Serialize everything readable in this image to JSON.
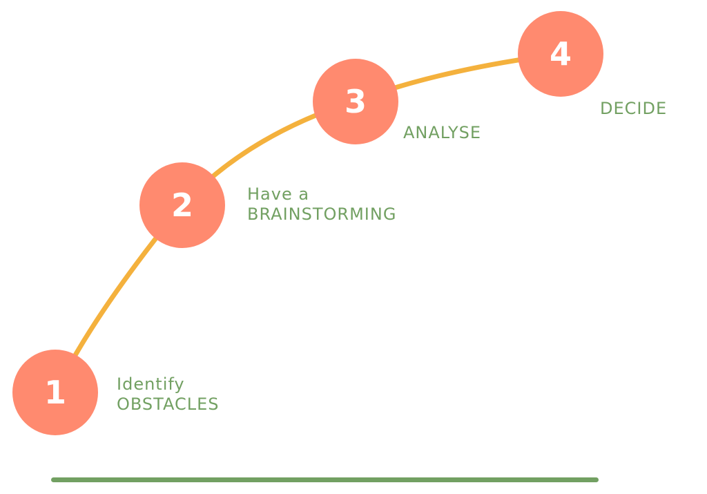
{
  "colors": {
    "curve": "#F4B13D",
    "circle": "#FF8A6F",
    "circle_text": "#FFFFFF",
    "label_text": "#72A062",
    "baseline": "#72A062",
    "background": "#FFFFFF"
  },
  "steps": [
    {
      "number": "1",
      "line1": "Identify",
      "line2": "OBSTACLES"
    },
    {
      "number": "2",
      "line1": "Have a",
      "line2": "BRAINSTORMING"
    },
    {
      "number": "3",
      "line1": "",
      "line2": "ANALYSE"
    },
    {
      "number": "4",
      "line1": "",
      "line2": "DECIDE"
    }
  ]
}
